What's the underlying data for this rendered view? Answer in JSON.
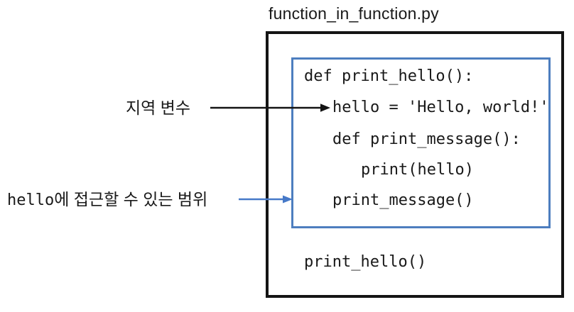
{
  "title": "function_in_function.py",
  "colors": {
    "box_border": "#141414",
    "highlight_border": "#4d7ebf",
    "arrow_black": "#141414",
    "arrow_blue": "#4679c8",
    "text": "#191919"
  },
  "code": {
    "function_body_lines": [
      {
        "text": "def print_hello():",
        "indent": 0
      },
      {
        "text": "hello = 'Hello, world!'",
        "indent": 1
      },
      {
        "text": "def print_message():",
        "indent": 1
      },
      {
        "text": "print(hello)",
        "indent": 2
      },
      {
        "text": "print_message()",
        "indent": 1
      }
    ],
    "module_level_line": {
      "text": "print_hello()",
      "indent": 0
    }
  },
  "annotations": {
    "local_variable": {
      "label": "지역 변수"
    },
    "accessible_scope": {
      "label_code_part": "hello",
      "label_text_part": "에 접근할 수 있는 범위"
    }
  }
}
